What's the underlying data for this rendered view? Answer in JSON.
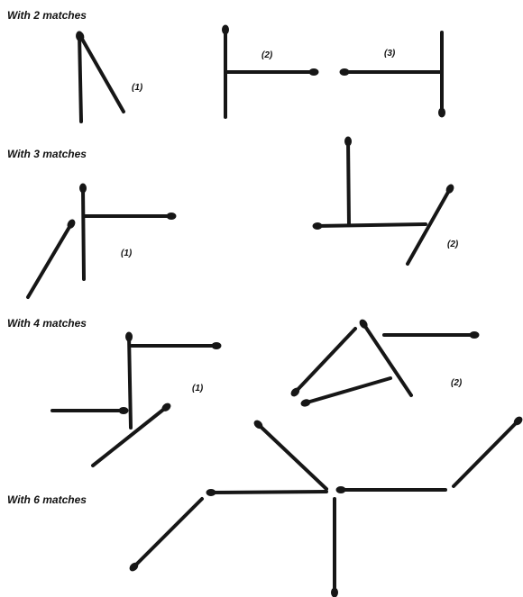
{
  "sections": [
    {
      "heading": "With 2 matches",
      "figures": [
        {
          "label": "(1)",
          "matches": 2
        },
        {
          "label": "(2)",
          "matches": 2
        },
        {
          "label": "(3)",
          "matches": 2
        }
      ]
    },
    {
      "heading": "With 3 matches",
      "figures": [
        {
          "label": "(1)",
          "matches": 3
        },
        {
          "label": "(2)",
          "matches": 3
        }
      ]
    },
    {
      "heading": "With 4 matches",
      "figures": [
        {
          "label": "(1)",
          "matches": 4
        },
        {
          "label": "(2)",
          "matches": 4
        }
      ]
    },
    {
      "heading": "With 6 matches",
      "figures": [
        {
          "matches": 6
        }
      ]
    }
  ],
  "colors": {
    "match": "#161616",
    "background": "#ffffff",
    "text": "#111111"
  }
}
